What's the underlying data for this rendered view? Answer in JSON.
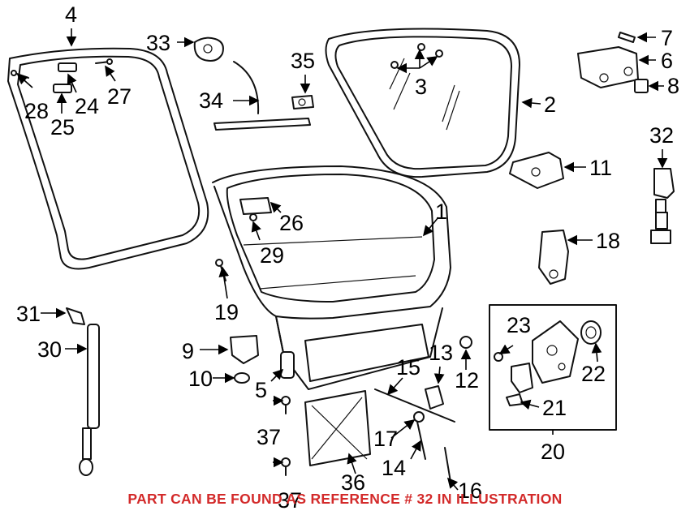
{
  "diagram": {
    "footer_note": "PART CAN BE FOUND AS REFERENCE # 32 IN ILLUSTRATION",
    "accent_color": "#d32a2a",
    "callouts": [
      "1",
      "2",
      "3",
      "4",
      "5",
      "6",
      "7",
      "8",
      "9",
      "10",
      "11",
      "12",
      "13",
      "14",
      "15",
      "16",
      "17",
      "18",
      "19",
      "20",
      "21",
      "22",
      "23",
      "24",
      "25",
      "26",
      "27",
      "28",
      "29",
      "30",
      "31",
      "32",
      "33",
      "34",
      "35",
      "36",
      "37",
      "37"
    ]
  }
}
